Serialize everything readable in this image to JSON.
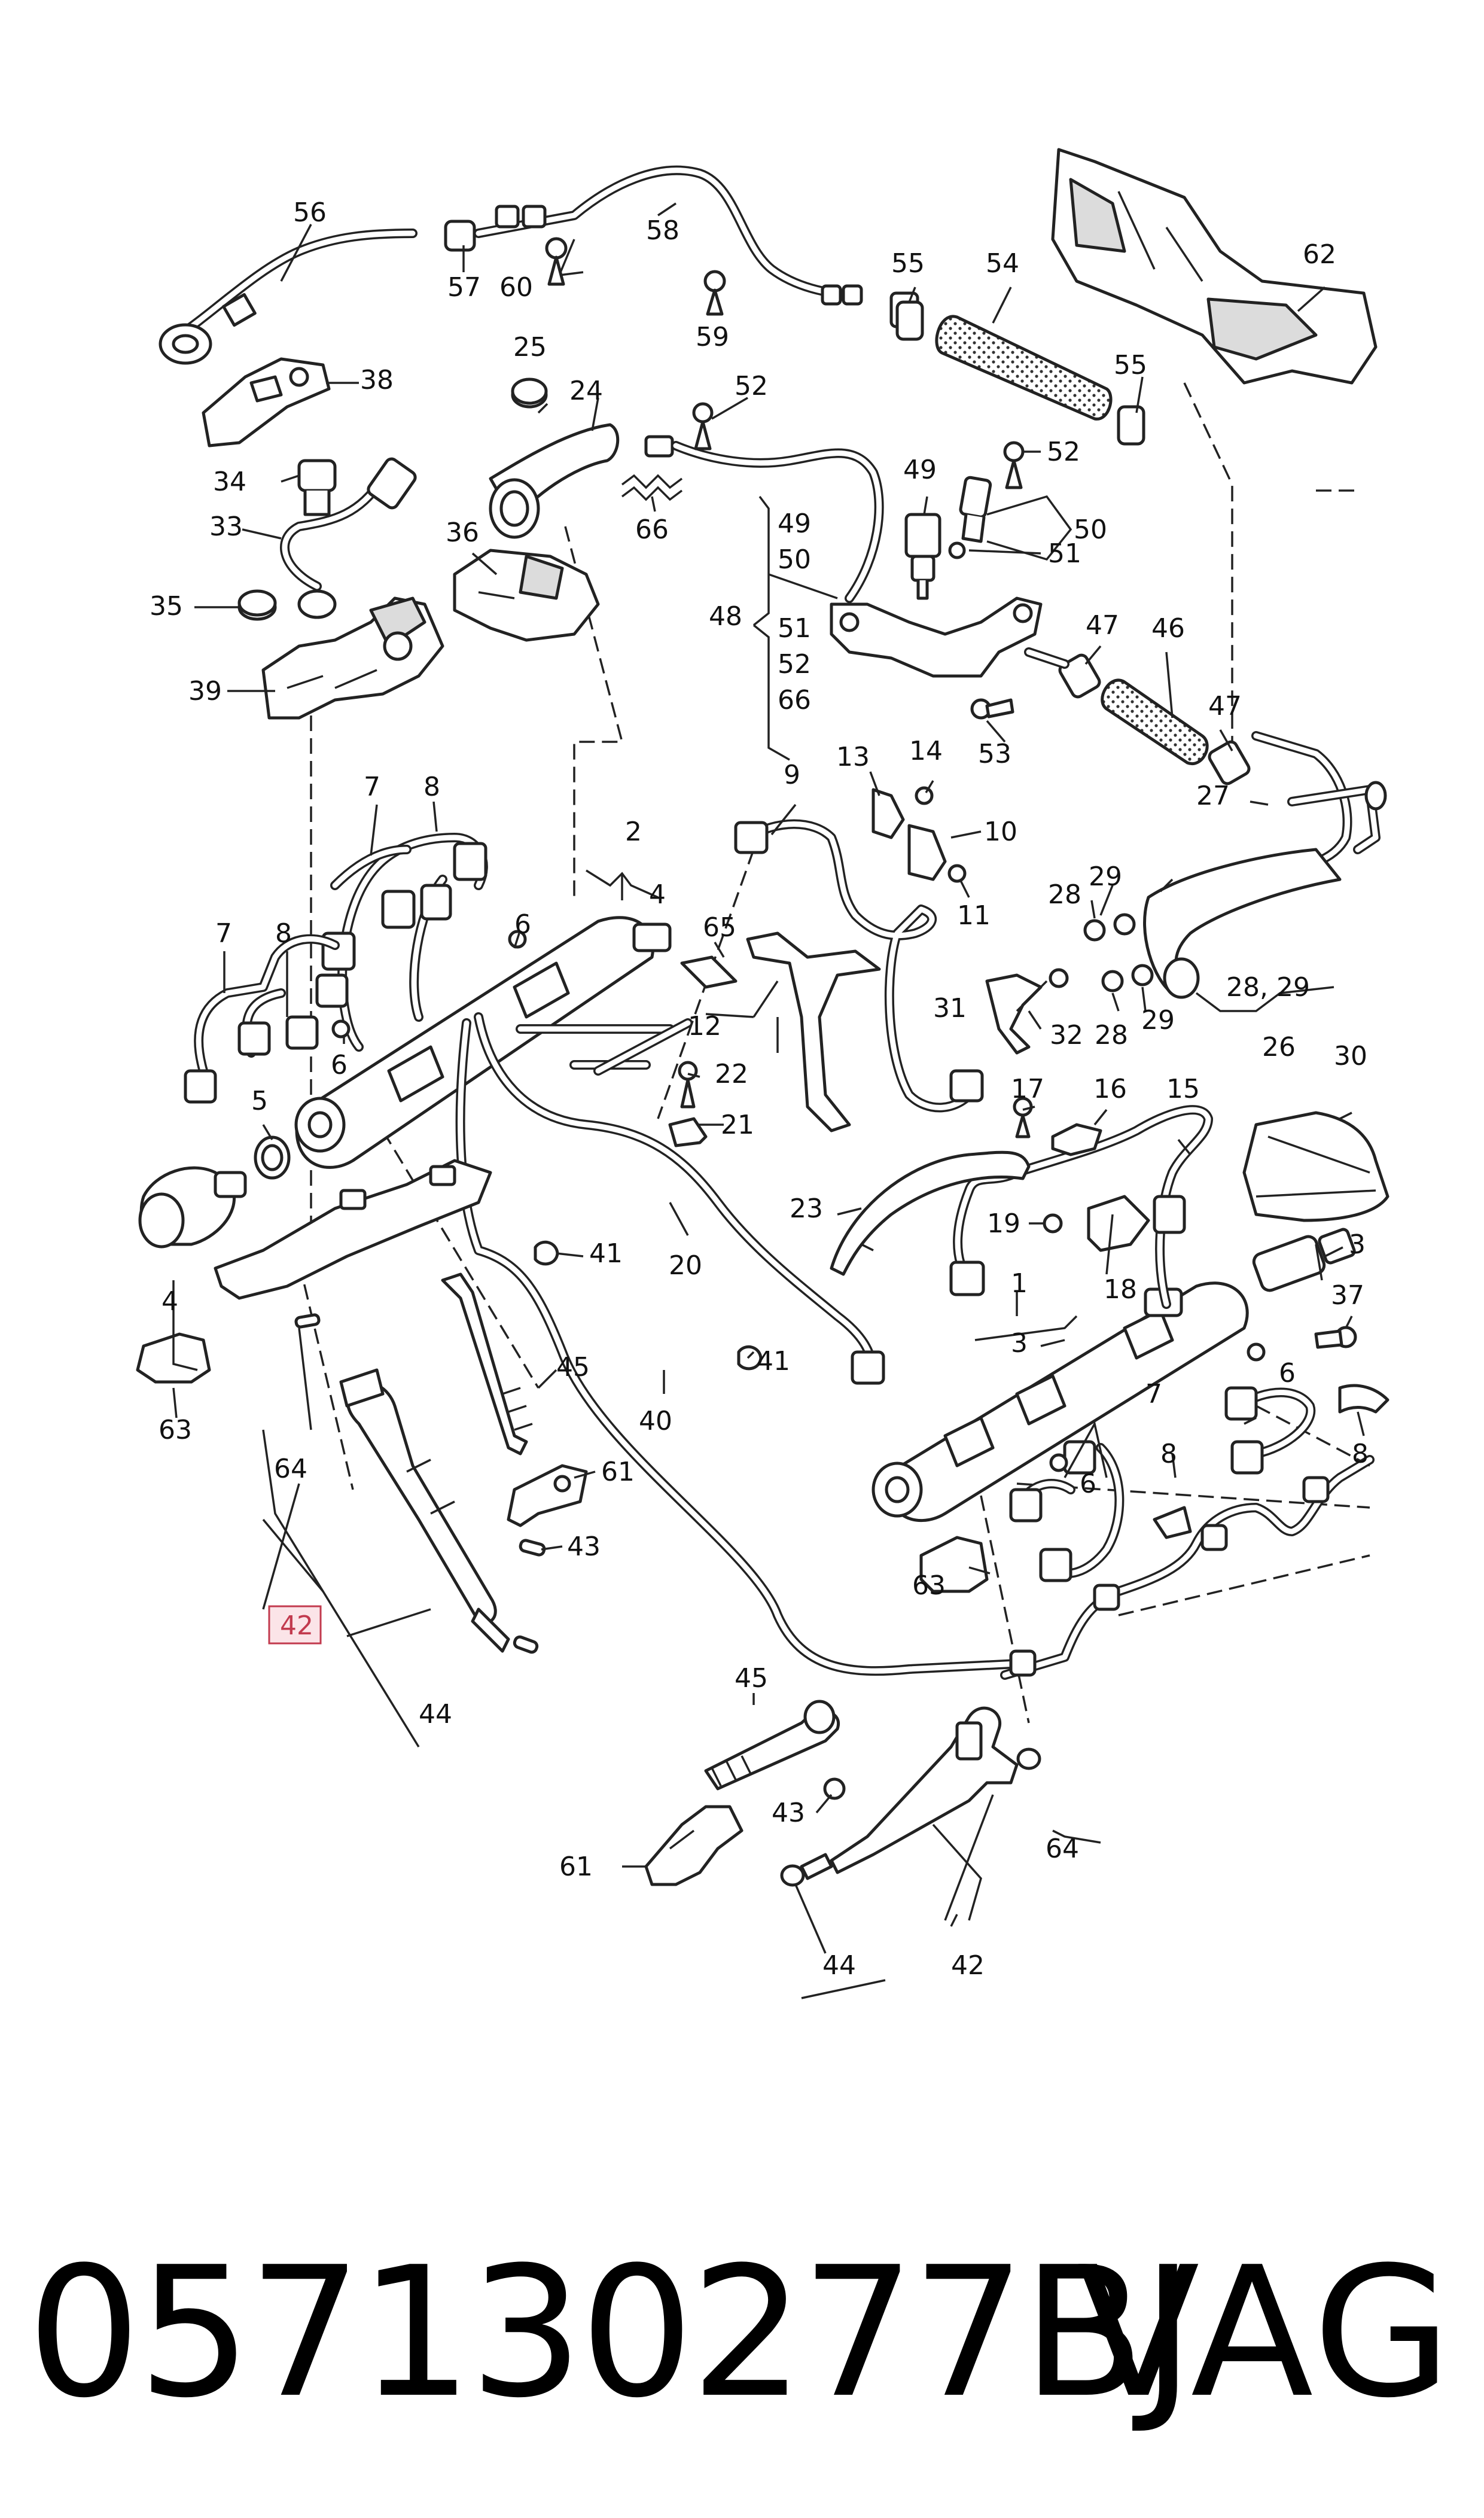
{
  "diagram": {
    "highlighted_callout": "42",
    "callouts": {
      "c56": "56",
      "c57": "57",
      "c60": "60",
      "c58": "58",
      "c59": "59",
      "c55a": "55",
      "c54": "54",
      "c62": "62",
      "c55b": "55",
      "c38": "38",
      "c25": "25",
      "c24": "24",
      "c52a": "52",
      "c66a": "66",
      "c34": "34",
      "c33": "33",
      "c36": "36",
      "c35": "35",
      "c39": "39",
      "c49": "49",
      "c52b": "52",
      "c51a": "51",
      "c50a": "50",
      "c48": "48",
      "g49": "49",
      "g50": "50",
      "g51": "51",
      "g52": "52",
      "g66": "66",
      "c47a": "47",
      "c46": "46",
      "c47b": "47",
      "c53": "53",
      "c9": "9",
      "c13": "13",
      "c14": "14",
      "c10": "10",
      "c11": "11",
      "c27": "27",
      "c7a": "7",
      "c8a": "8",
      "c2": "2",
      "c4a": "4",
      "c65": "65",
      "c29a": "29",
      "c28a": "28",
      "c6a": "6",
      "c7b": "7",
      "c8b": "8",
      "c12": "12",
      "c31": "31",
      "c32": "32",
      "c28b": "28",
      "c29b": "29",
      "c2829": "28, 29",
      "c26": "26",
      "c22": "22",
      "c6b": "6",
      "c5": "5",
      "c21": "21",
      "c30": "30",
      "c17": "17",
      "c16": "16",
      "c15": "15",
      "c23": "23",
      "c41a": "41",
      "c20": "20",
      "c19": "19",
      "c3a": "3",
      "c18": "18",
      "c4b": "4",
      "c37": "37",
      "c1": "1",
      "c3b": "3",
      "c63a": "63",
      "c45a": "45",
      "c41b": "41",
      "c6c": "6",
      "c40": "40",
      "c6d": "6",
      "c8c": "8",
      "c7c": "7",
      "c8d": "8",
      "c64a": "64",
      "c61a": "61",
      "c43a": "43",
      "c42a": "42",
      "c44a": "44",
      "c63b": "63",
      "c45b": "45",
      "c43b": "43",
      "c64b": "64",
      "c61b": "61",
      "c44b": "44",
      "c42b": "42"
    }
  },
  "footer": {
    "part_number": "057130277BJ",
    "brand": "VAG"
  }
}
